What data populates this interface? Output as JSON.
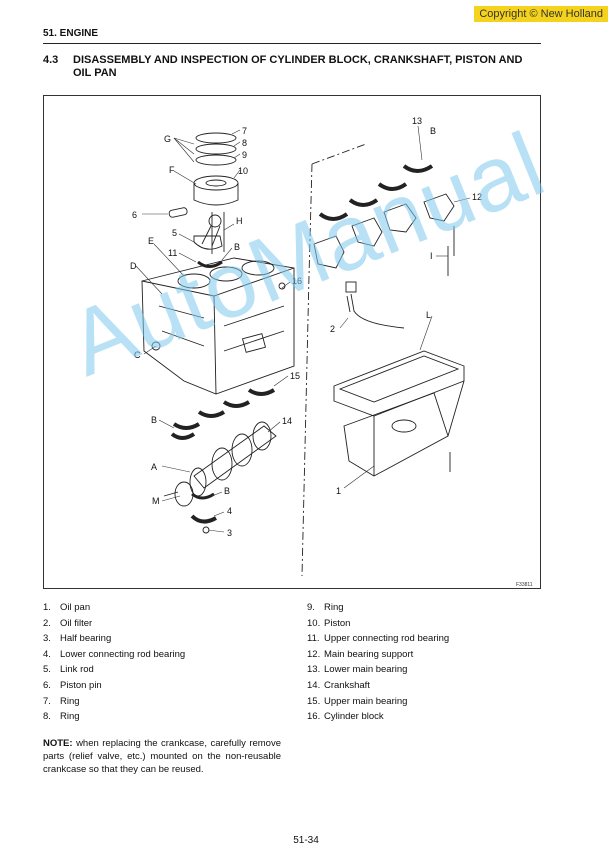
{
  "copyright": "Copyright © New Holland",
  "section_title": "51. ENGINE",
  "heading": {
    "number": "4.3",
    "title": "DISASSEMBLY AND INSPECTION OF CYLINDER BLOCK, CRANKSHAFT, PISTON AND OIL PAN"
  },
  "figure": {
    "code": "F33811",
    "callouts": {
      "n1": "1",
      "n2": "2",
      "n3": "3",
      "n4": "4",
      "n5": "5",
      "n6": "6",
      "n7": "7",
      "n8": "8",
      "n9": "9",
      "n10": "10",
      "n11": "11",
      "n12": "12",
      "n13": "13",
      "n14": "14",
      "n15": "15",
      "n16": "16",
      "A": "A",
      "B1": "B",
      "B2": "B",
      "B3": "B",
      "B4": "B",
      "C": "C",
      "D": "D",
      "E": "E",
      "F": "F",
      "G": "G",
      "H": "H",
      "I": "I",
      "L": "L",
      "M": "M"
    }
  },
  "watermark": "AutoManual",
  "legend_left": [
    {
      "num": "1.",
      "text": "Oil pan"
    },
    {
      "num": "2.",
      "text": "Oil filter"
    },
    {
      "num": "3.",
      "text": "Half bearing"
    },
    {
      "num": "4.",
      "text": "Lower connecting rod bearing"
    },
    {
      "num": "5.",
      "text": "Link rod"
    },
    {
      "num": "6.",
      "text": "Piston pin"
    },
    {
      "num": "7.",
      "text": "Ring"
    },
    {
      "num": "8.",
      "text": "Ring"
    }
  ],
  "legend_right": [
    {
      "num": "9.",
      "text": "Ring"
    },
    {
      "num": "10.",
      "text": "Piston"
    },
    {
      "num": "11.",
      "text": "Upper connecting rod bearing"
    },
    {
      "num": "12.",
      "text": "Main bearing support"
    },
    {
      "num": "13.",
      "text": "Lower main bearing"
    },
    {
      "num": "14.",
      "text": "Crankshaft"
    },
    {
      "num": "15.",
      "text": "Upper main bearing"
    },
    {
      "num": "16.",
      "text": "Cylinder block"
    }
  ],
  "note": {
    "label": "NOTE:",
    "text": "when replacing the crankcase, carefully remove parts (relief valve, etc.) mounted on the non-reusable crankcase so that they can be reused."
  },
  "page_number": "51-34"
}
